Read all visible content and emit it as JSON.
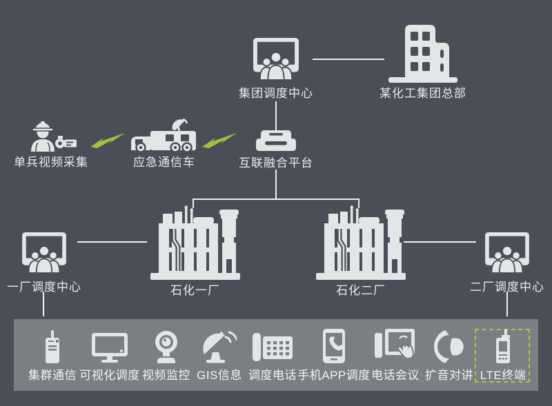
{
  "colors": {
    "background": "#4a4f57",
    "strip_background": "#7b7e82",
    "icon": "#e4e5e7",
    "connector": "#eff1f2",
    "accent_green": "#a2c23d",
    "highlight_dash": "#abc93e"
  },
  "nodes": {
    "group_dispatch_center": {
      "label": "集团调度中心",
      "icon": "dispatch-monitor-icon"
    },
    "hq": {
      "label": "某化工集团总部",
      "icon": "office-building-icon"
    },
    "portable_video": {
      "label": "单兵视频采集",
      "icon": "worker-camera-icon"
    },
    "emergency_vehicle": {
      "label": "应急通信车",
      "icon": "comms-truck-icon"
    },
    "fusion_platform": {
      "label": "互联融合平台",
      "icon": "server-platform-icon"
    },
    "plant1": {
      "label": "石化一厂",
      "icon": "factory-icon"
    },
    "plant2": {
      "label": "石化二厂",
      "icon": "factory-icon"
    },
    "plant1_center": {
      "label": "一厂调度中心",
      "icon": "dispatch-monitor-icon"
    },
    "plant2_center": {
      "label": "二厂调度中心",
      "icon": "dispatch-monitor-icon"
    }
  },
  "strip": {
    "items": [
      {
        "label": "集群通信",
        "icon": "walkie-talkie-icon"
      },
      {
        "label": "可视化调度",
        "icon": "monitor-icon"
      },
      {
        "label": "视频监控",
        "icon": "webcam-icon"
      },
      {
        "label": "GIS信息",
        "icon": "satellite-dish-icon"
      },
      {
        "label": "调度电话",
        "icon": "desk-phone-icon"
      },
      {
        "label": "手机APP调度",
        "icon": "mobile-phone-icon"
      },
      {
        "label": "电话会议",
        "icon": "touch-tablet-icon"
      },
      {
        "label": "扩音对讲",
        "icon": "loudspeaker-icon"
      },
      {
        "label": "LTE终端",
        "icon": "lte-terminal-icon",
        "highlighted": true
      }
    ]
  }
}
